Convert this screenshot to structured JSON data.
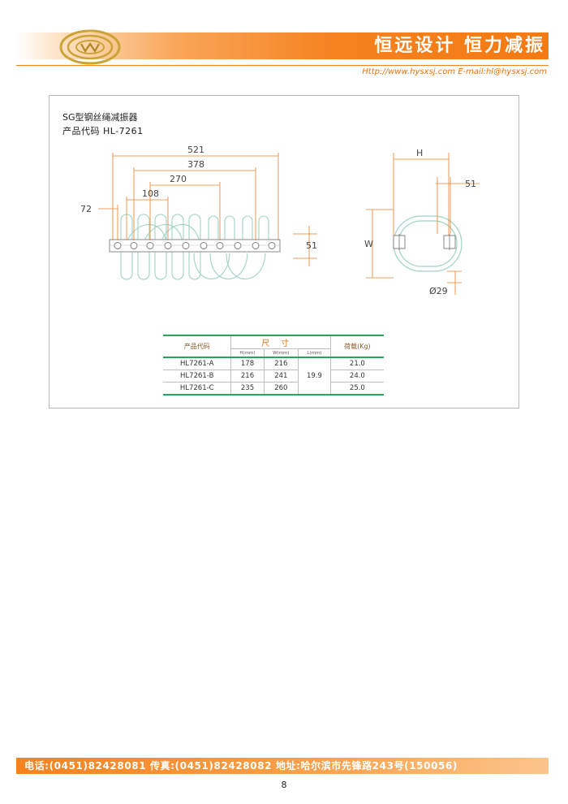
{
  "header": {
    "slogan": "恒远设计  恒力减振",
    "contact": "Http://www.hysxsj.com  E-mail:hl@hysxsj.com",
    "colors": {
      "accent": "#f5821f",
      "logo_gold": "#c9a437"
    }
  },
  "product": {
    "title": "SG型钢丝绳减振器",
    "code_label": "产品代码 HL-7261"
  },
  "drawing": {
    "front_dims": [
      "521",
      "378",
      "270",
      "108",
      "72",
      "51"
    ],
    "side_dims": [
      "H",
      "51",
      "W",
      "Ø29"
    ]
  },
  "table": {
    "headers": {
      "code": "产品代码",
      "size": "尺寸",
      "h": "H(mm)",
      "w": "W(mm)",
      "l": "L(mm)",
      "load": "荷载(Kg)"
    },
    "rows": [
      {
        "code": "HL7261-A",
        "h": "178",
        "w": "216",
        "load": "21.0"
      },
      {
        "code": "HL7261-B",
        "h": "216",
        "w": "241",
        "load": "24.0"
      },
      {
        "code": "HL7261-C",
        "h": "235",
        "w": "260",
        "load": "25.0"
      }
    ],
    "shared_l": "19.9",
    "colors": {
      "rule": "#22a85a"
    }
  },
  "footer": {
    "text": "电话:(0451)82428081  传真:(0451)82428082  地址:哈尔滨市先锋路243号(150056)",
    "page_number": "8"
  }
}
